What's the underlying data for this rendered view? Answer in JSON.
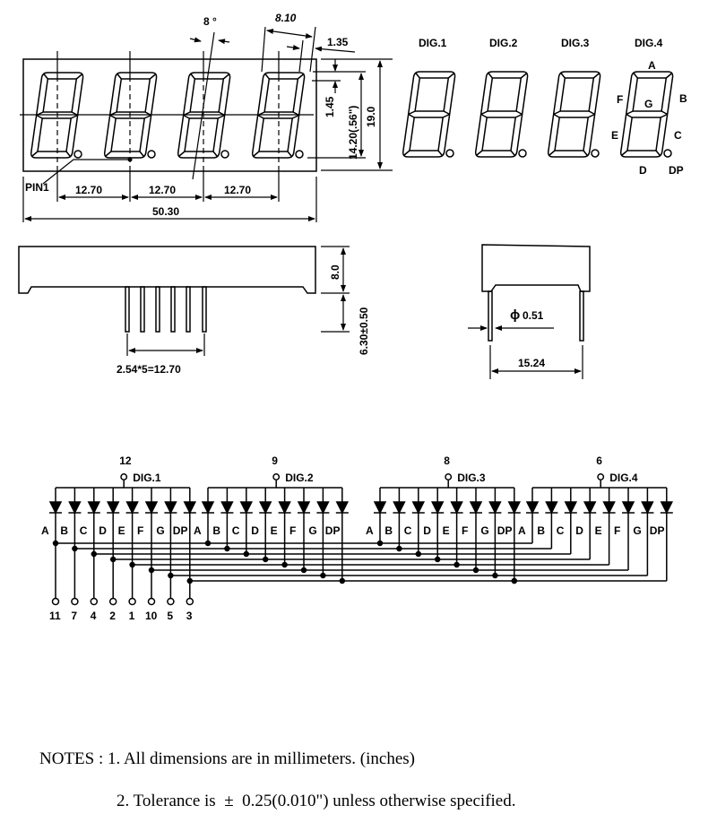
{
  "front_view": {
    "dims": {
      "angle": "8 °",
      "digit_width": "8.10",
      "dp_offset": "1.35",
      "dp_gap": "1.45",
      "digit_height": "14.20(.56\")",
      "body_height": "19.0",
      "pitch_1": "12.70",
      "pitch_2": "12.70",
      "pitch_3": "12.70",
      "body_width": "50.30",
      "pin1": "PIN1"
    }
  },
  "digit_labels": {
    "digits": [
      "DIG.1",
      "DIG.2",
      "DIG.3",
      "DIG.4"
    ],
    "segments": {
      "A": "A",
      "B": "B",
      "C": "C",
      "D": "D",
      "E": "E",
      "F": "F",
      "G": "G",
      "DP": "DP"
    }
  },
  "side_view": {
    "body_height": "8.0",
    "pin_length": "6.30±0.50",
    "pin_pitch": "2.54*5=12.70"
  },
  "end_view": {
    "pin_diameter": "0.51",
    "diameter_symbol": "ϕ",
    "row_spacing": "15.24"
  },
  "schematic": {
    "digits": [
      {
        "label": "DIG.1",
        "common_pin": "12"
      },
      {
        "label": "DIG.2",
        "common_pin": "9"
      },
      {
        "label": "DIG.3",
        "common_pin": "8"
      },
      {
        "label": "DIG.4",
        "common_pin": "6"
      }
    ],
    "segments": [
      "A",
      "B",
      "C",
      "D",
      "E",
      "F",
      "G",
      "DP"
    ],
    "segment_pins": [
      "11",
      "7",
      "4",
      "2",
      "1",
      "10",
      "5",
      "3"
    ]
  },
  "notes": {
    "line1": "NOTES : 1. All dimensions are in millimeters. (inches)",
    "line2": "2. Tolerance is  ±  0.25(0.010\") unless otherwise specified."
  }
}
